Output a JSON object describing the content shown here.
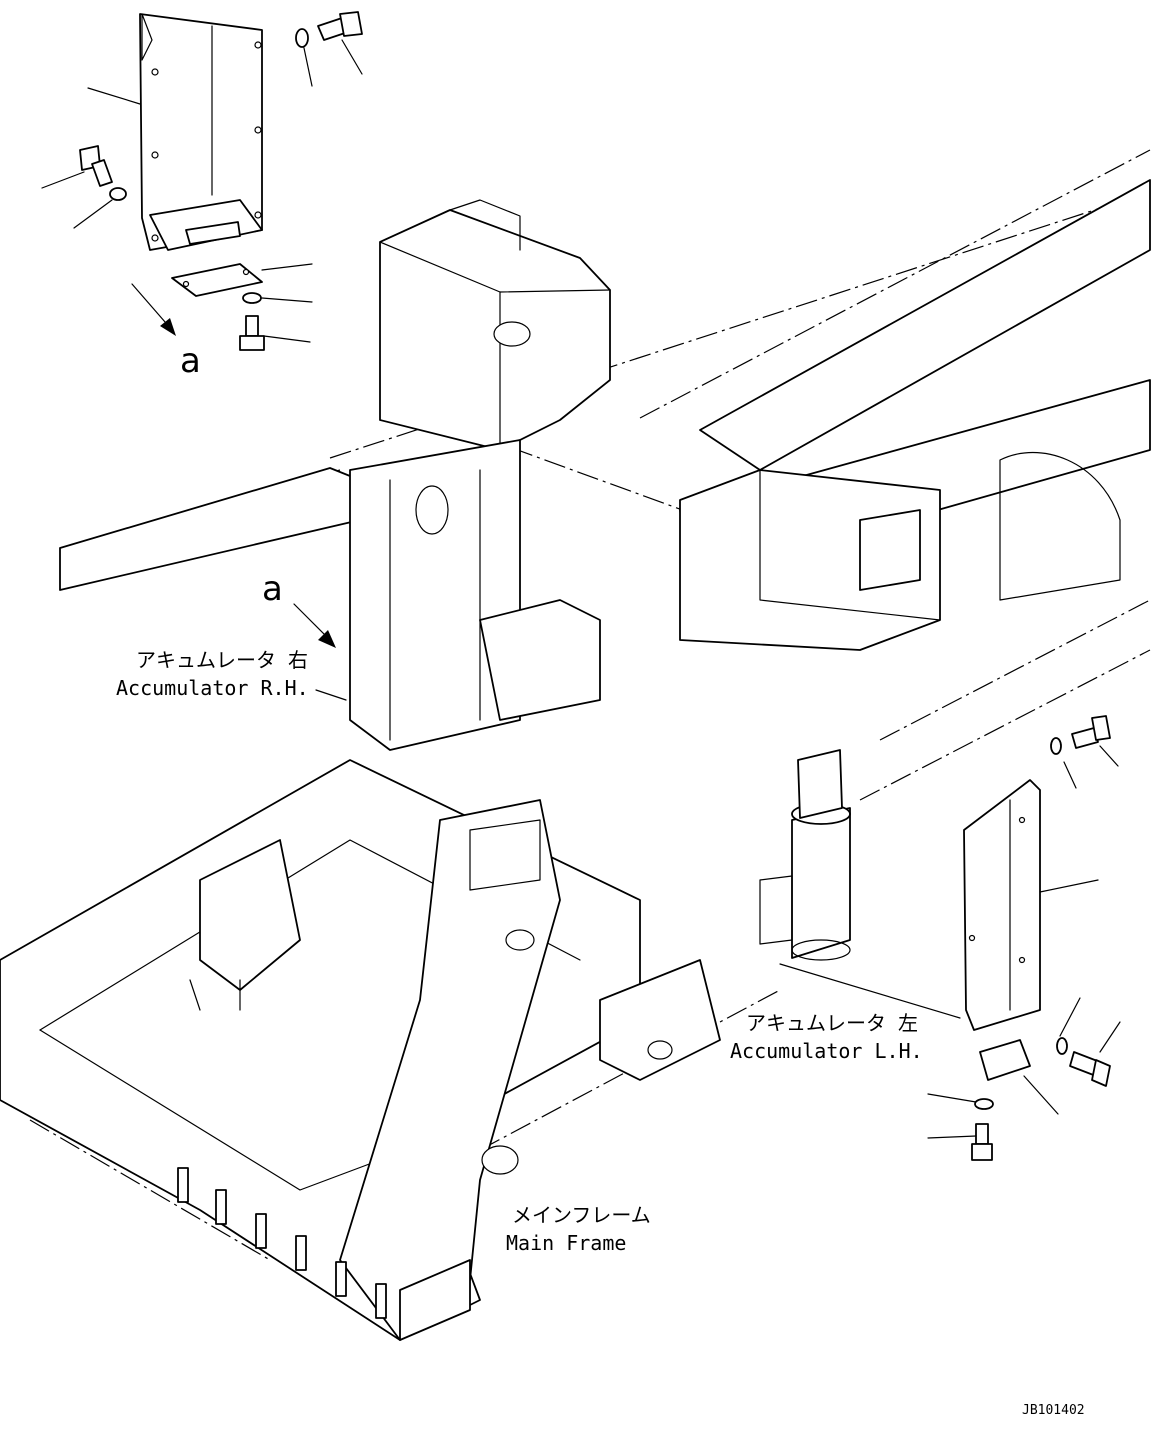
{
  "diagram": {
    "detail_ref_top": "a",
    "detail_ref_main": "a",
    "labels": {
      "accumulator_rh_jp": "アキュムレータ 右",
      "accumulator_rh_en": "Accumulator R.H.",
      "accumulator_lh_jp": "アキュムレータ 左",
      "accumulator_lh_en": "Accumulator L.H.",
      "main_frame_jp": "メインフレーム",
      "main_frame_en": "Main Frame"
    },
    "drawing_number": "JB101402"
  }
}
